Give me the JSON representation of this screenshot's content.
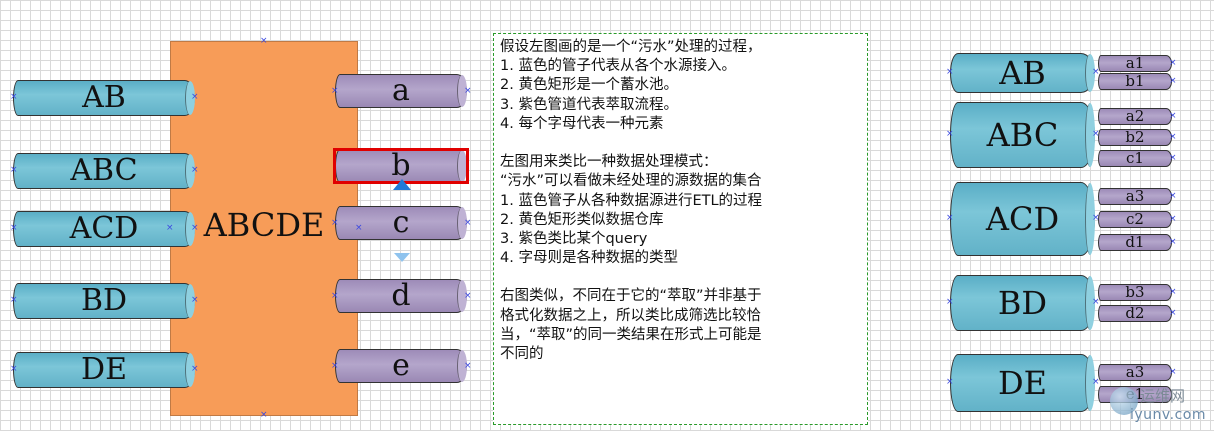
{
  "tank": {
    "label": "ABCDE"
  },
  "inlets": [
    {
      "label": "AB"
    },
    {
      "label": "ABC"
    },
    {
      "label": "ACD"
    },
    {
      "label": "BD"
    },
    {
      "label": "DE"
    }
  ],
  "outlets": [
    {
      "label": "a",
      "selected": false
    },
    {
      "label": "b",
      "selected": true
    },
    {
      "label": "c",
      "selected": false
    },
    {
      "label": "d",
      "selected": false
    },
    {
      "label": "e",
      "selected": false
    }
  ],
  "note": {
    "lines": [
      "假设左图画的是一个“污水”处理的过程，",
      "1. 蓝色的管子代表从各个水源接入。",
      "2. 黄色矩形是一个蓄水池。",
      "3. 紫色管道代表萃取流程。",
      "4. 每个字母代表一种元素",
      "",
      "左图用来类比一种数据处理模式：",
      "“污水”可以看做未经处理的源数据的集合",
      "1. 蓝色管子从各种数据源进行ETL的过程",
      "2. 黄色矩形类似数据仓库",
      "3. 紫色类比某个query",
      "4. 字母则是各种数据的类型",
      "",
      "右图类似，不同在于它的“萃取”并非基于",
      "格式化数据之上，所以类比成筛选比较恰",
      "当，“萃取”的同一类结果在形式上可能是",
      "不同的"
    ]
  },
  "right_groups": [
    {
      "label": "AB",
      "subs": [
        "a1",
        "b1"
      ]
    },
    {
      "label": "ABC",
      "subs": [
        "a2",
        "b2",
        "c1"
      ]
    },
    {
      "label": "ACD",
      "subs": [
        "a3",
        "c2",
        "d1"
      ]
    },
    {
      "label": "BD",
      "subs": [
        "b3",
        "d2"
      ]
    },
    {
      "label": "DE",
      "subs": [
        "a3",
        "e1"
      ]
    }
  ],
  "watermark": {
    "name": "运维网",
    "url": "iyunv.com"
  },
  "colors": {
    "inlet_pipe": "#6cbcd0",
    "outlet_pipe": "#a898c0",
    "tank": "#f79c58",
    "selection": "#e00000",
    "note_border": "#2a9a2a",
    "handle": "#3b49e0"
  }
}
